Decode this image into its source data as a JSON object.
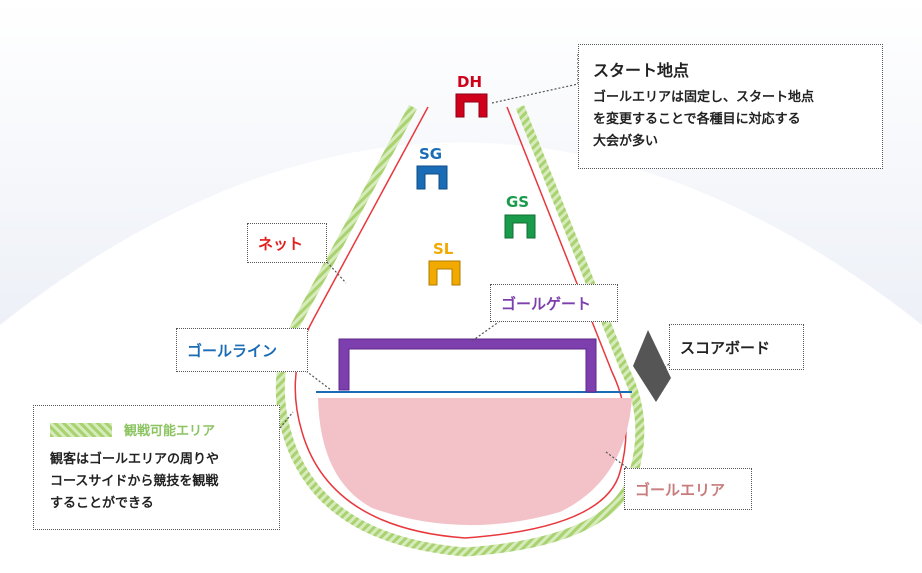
{
  "gates": {
    "dh": {
      "label": "DH",
      "color": "#d0021b"
    },
    "sg": {
      "label": "SG",
      "color": "#1b6cb6"
    },
    "gs": {
      "label": "GS",
      "color": "#1a9a4b"
    },
    "sl": {
      "label": "SL",
      "color": "#f2a900"
    }
  },
  "start_point": {
    "title": "スタート地点",
    "description": "ゴールエリアは固定し、スタート地点\nを変更することで各種目に対応する\n大会が多い"
  },
  "net": {
    "label": "ネット",
    "color": "#e21e1e"
  },
  "goal_gate": {
    "label": "ゴールゲート",
    "color": "#7d3fae"
  },
  "goal_line": {
    "label": "ゴールライン",
    "color": "#1b6cb6"
  },
  "scoreboard": {
    "label": "スコアボード"
  },
  "goal_area": {
    "label": "ゴールエリア",
    "color": "#f2c2c8"
  },
  "spectator_area": {
    "legend": "観戦可能エリア",
    "description": "観客はゴールエリアの周りや\nコースサイドから競技を観戦\nすることができる",
    "color": "#a9d271"
  }
}
